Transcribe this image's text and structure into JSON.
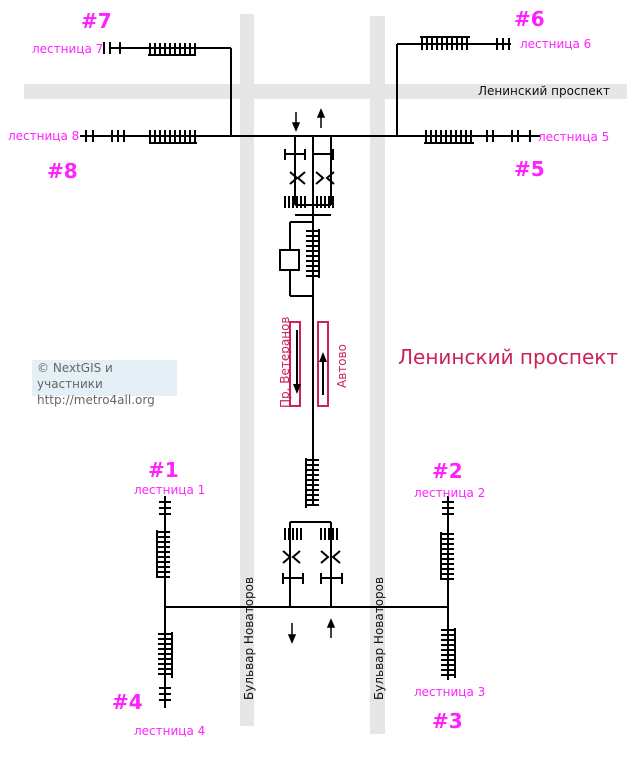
{
  "map": {
    "streets": {
      "top_road": "Ленинский проспект",
      "left_road": "Бульвар Новаторов",
      "right_road": "Бульвар Новаторов"
    },
    "title": "Ленинский проспект",
    "tracks": {
      "left": "Пр. Ветеранов",
      "right": "Автово"
    },
    "credit": {
      "line1": "© NextGIS и участники",
      "line2": "http://metro4all.org"
    },
    "exits": [
      {
        "num": "#1",
        "label": "лестница 1"
      },
      {
        "num": "#2",
        "label": "лестница 2"
      },
      {
        "num": "#3",
        "label": "лестница 3"
      },
      {
        "num": "#4",
        "label": "лестница 4"
      },
      {
        "num": "#5",
        "label": "лестница 5"
      },
      {
        "num": "#6",
        "label": "лестница 6"
      },
      {
        "num": "#7",
        "label": "лестница 7"
      },
      {
        "num": "#8",
        "label": "лестница 8"
      }
    ],
    "colors": {
      "exit_label": "#ff22ff",
      "station_title": "#cc2255",
      "road": "#e6e6e6",
      "line": "#000000"
    }
  }
}
